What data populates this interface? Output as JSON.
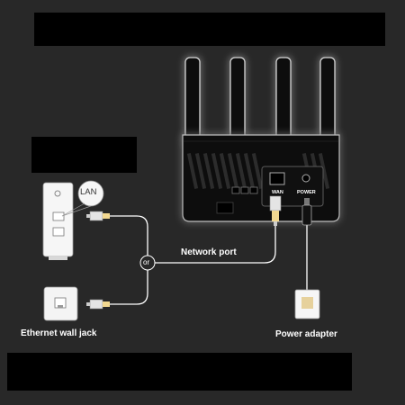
{
  "labels": {
    "lan": "LAN",
    "or": "or",
    "network_port": "Network port",
    "wan": "WAN",
    "power": "POWER",
    "ethernet_wall_jack": "Ethernet wall jack",
    "power_adapter": "Power adapter"
  },
  "colors": {
    "background": "#282828",
    "cable": "#ffffff",
    "router": "#0c0c0c",
    "redaction": "#000000",
    "connector": "#e8d8b0"
  },
  "icons": [
    "modem-device",
    "ethernet-jack-icon",
    "router-device",
    "power-adapter-icon",
    "rj45-plug-icon"
  ]
}
